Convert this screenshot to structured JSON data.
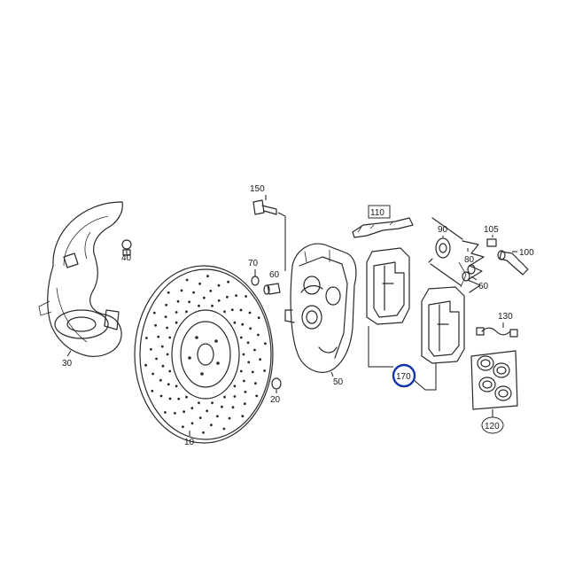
{
  "parts": {
    "p10": "10",
    "p20": "20",
    "p30": "30",
    "p40": "40",
    "p50": "50",
    "p60": "60",
    "p70": "70",
    "p80": "80",
    "p90": "90",
    "p100": "100",
    "p105": "105",
    "p110": "110",
    "p120": "120",
    "p130": "130",
    "p150": "150",
    "p170": "170"
  },
  "highlighted_part": "170",
  "colors": {
    "highlight": "#1533a8",
    "line": "#2a2a2a"
  }
}
